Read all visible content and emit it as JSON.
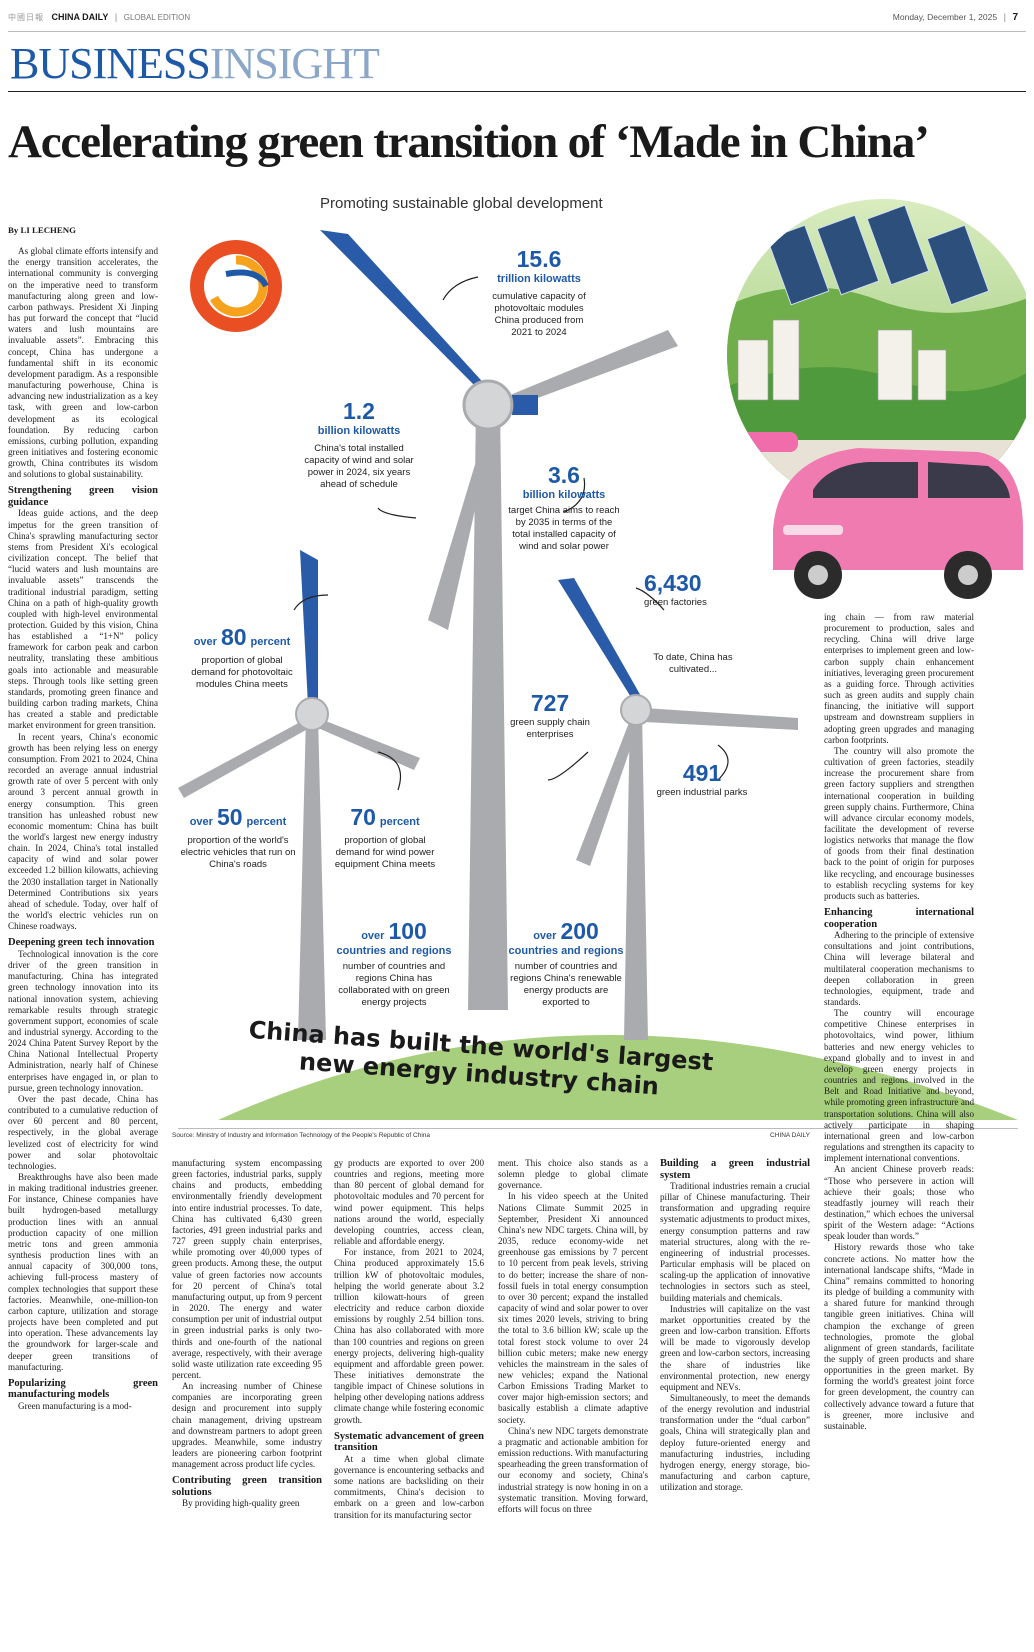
{
  "header": {
    "logo_chars": "中國日報",
    "brand": "CHINA DAILY",
    "edition": "GLOBAL EDITION",
    "date": "Monday, December 1, 2025",
    "page_no": "7"
  },
  "section": {
    "part1": "BUSINESS",
    "part2": "INSIGHT"
  },
  "headline": "Accelerating green transition of ‘Made in China’",
  "infographic": {
    "subtitle": "Promoting sustainable global development",
    "stats": [
      {
        "num": "15.6",
        "unit": "trillion kilowatts",
        "desc": "cumulative capacity of photovoltaic modules China produced from 2021 to 2024"
      },
      {
        "num": "1.2",
        "unit": "billion kilowatts",
        "desc": "China's total installed capacity of wind and solar power in 2024, six years ahead of schedule"
      },
      {
        "num": "3.6",
        "unit": "billion kilowatts",
        "desc": "target China aims to reach by 2035 in terms of the total installed capacity of wind and solar power"
      },
      {
        "pre": "over",
        "num": "80",
        "unit": "percent",
        "desc": "proportion of global demand for photovoltaic modules China meets"
      },
      {
        "pre": "over",
        "num": "50",
        "unit": "percent",
        "desc": "proportion of the world's electric vehicles that run on China's roads"
      },
      {
        "num": "70",
        "unit": "percent",
        "desc": "proportion of global demand for wind power equipment China meets"
      },
      {
        "pre": "over",
        "num": "100",
        "unit": "countries and regions",
        "desc": "number of countries and regions China has collaborated with on green energy projects"
      },
      {
        "pre": "over",
        "num": "200",
        "unit": "countries and regions",
        "desc": "number of countries and regions China's renewable energy products are exported to"
      }
    ],
    "cultivated_label": "To date, China has cultivated...",
    "cultivated": [
      {
        "num": "6,430",
        "unit": "green factories"
      },
      {
        "num": "727",
        "unit": "green supply chain enterprises"
      },
      {
        "num": "491",
        "unit": "green industrial parks"
      }
    ],
    "banner_line1": "China has built the world's largest",
    "banner_line2": "new energy industry chain",
    "source": "Source: Ministry of Industry and Information Technology of the People's Republic of China",
    "credit": "CHINA DAILY"
  },
  "article": {
    "byline": "By LI LECHENG",
    "col_left_top": [
      {
        "t": "p",
        "x": "As global climate efforts intensify and the energy transition accelerates, the international community is converging on the imperative need to transform manufacturing along green and low-carbon pathways. President Xi Jinping has put forward the concept that “lucid waters and lush mountains are invaluable assets”. Embracing this concept, China has undergone a fundamental shift in its economic development paradigm. As a responsible manufacturing powerhouse, China is advancing new industrialization as a key task, with green and low-carbon development as its ecological foundation. By reducing carbon emissions, curbing pollution, expanding green initiatives and fostering economic growth, China contributes its wisdom and solutions to global sustainability."
      },
      {
        "t": "h",
        "x": "Strengthening green vision guidance"
      },
      {
        "t": "p",
        "x": "Ideas guide actions, and the deep impetus for the green transition of China's sprawling manufacturing sector stems from President Xi's ecological civilization concept. The belief that “lucid waters and lush mountains are invaluable assets” transcends the traditional industrial paradigm, setting China on a path of high-quality growth coupled with high-level environmental protection. Guided by this vision, China has established a “1+N” policy framework for carbon peak and carbon neutrality, translating these ambitious goals into actionable and measurable steps. Through tools like setting green standards, promoting green finance and building carbon trading markets, China has created a stable and predictable market environment for green transition."
      },
      {
        "t": "p",
        "x": "In recent years, China's economic growth has been relying less on energy consumption. From 2021 to 2024, China recorded an average annual industrial growth rate of over 5 percent with only around 3 percent annual growth in energy consumption. This green transition has unleashed robust new economic momentum: China has built the world's largest new energy industry chain. In 2024, China's total installed capacity of wind and solar power exceeded 1.2 billion kilowatts, achieving the 2030 installation target in Nationally Determined Contributions six years ahead of schedule. Today, over half of the world's electric vehicles run on Chinese roadways."
      },
      {
        "t": "h",
        "x": "Deepening green tech innovation"
      },
      {
        "t": "p",
        "x": "Technological innovation is the core driver of the green transition in manufacturing. China has integrated green technology innovation into its national innovation system, achieving remarkable results through strategic government support, economies of scale and industrial synergy. According to the 2024 China Patent Survey Report by the China National Intellectual Property Administration, nearly half of Chinese enterprises have engaged in, or plan to pursue, green technology innovation."
      },
      {
        "t": "p",
        "x": "Over the past decade, China has contributed to a cumulative reduction of over 60 percent and 80 percent, respectively, in the global average levelized cost of electricity for wind power and solar photovoltaic technologies."
      },
      {
        "t": "p",
        "x": "Breakthroughs have also been made in making traditional industries greener. For instance, Chinese companies have built hydrogen-based metallurgy production lines with an annual production capacity of one million metric tons and green ammonia synthesis production lines with an annual capacity of 300,000 tons, achieving full-process mastery of complex technologies that support these factories. Meanwhile, one-million-ton carbon capture, utilization and storage projects have been completed and put into operation. These advancements lay the groundwork for larger-scale and deeper green transitions of manufacturing."
      },
      {
        "t": "h",
        "x": "Popularizing green manufacturing models"
      },
      {
        "t": "p",
        "x": "Green manufacturing is a mod-"
      }
    ],
    "col2": [
      {
        "t": "p0",
        "x": "manufacturing system encompassing green factories, industrial parks, supply chains and products, embedding environmentally friendly development into entire industrial processes. To date, China has cultivated 6,430 green factories, 491 green industrial parks and 727 green supply chain enterprises, while promoting over 40,000 types of green products. Among these, the output value of green factories now accounts for 20 percent of China's total manufacturing output, up from 9 percent in 2020. The energy and water consumption per unit of industrial output in green industrial parks is only two-thirds and one-fourth of the national average, respectively, with their average solid waste utilization rate exceeding 95 percent."
      },
      {
        "t": "p",
        "x": "An increasing number of Chinese companies are incorporating green design and procurement into supply chain management, driving upstream and downstream partners to adopt green upgrades. Meanwhile, some industry leaders are pioneering carbon footprint management across product life cycles."
      },
      {
        "t": "h",
        "x": "Contributing green transition solutions"
      },
      {
        "t": "p",
        "x": "By providing high-quality green"
      }
    ],
    "col3": [
      {
        "t": "p0",
        "x": "gy products are exported to over 200 countries and regions, meeting more than 80 percent of global demand for photovoltaic modules and 70 percent for wind power equipment. This helps nations around the world, especially developing countries, access clean, reliable and affordable energy."
      },
      {
        "t": "p",
        "x": "For instance, from 2021 to 2024, China produced approximately 15.6 trillion kW of photovoltaic modules, helping the world generate about 3.2 trillion kilowatt-hours of green electricity and reduce carbon dioxide emissions by roughly 2.54 billion tons. China has also collaborated with more than 100 countries and regions on green energy projects, delivering high-quality equipment and affordable green power. These initiatives demonstrate the tangible impact of Chinese solutions in helping other developing nations address climate change while fostering economic growth."
      },
      {
        "t": "h",
        "x": "Systematic advancement of green transition"
      },
      {
        "t": "p",
        "x": "At a time when global climate governance is encountering setbacks and some nations are backsliding on their commitments, China's decision to embark on a green and low-carbon transition for its manufacturing sector"
      }
    ],
    "col4": [
      {
        "t": "p0",
        "x": "ment. This choice also stands as a solemn pledge to global climate governance."
      },
      {
        "t": "p",
        "x": "In his video speech at the United Nations Climate Summit 2025 in September, President Xi announced China's new NDC targets. China will, by 2035, reduce economy-wide net greenhouse gas emissions by 7 percent to 10 percent from peak levels, striving to do better; increase the share of non-fossil fuels in total energy consumption to over 30 percent; expand the installed capacity of wind and solar power to over six times 2020 levels, striving to bring the total to 3.6 billion kW; scale up the total forest stock volume to over 24 billion cubic meters; make new energy vehicles the mainstream in the sales of new vehicles; expand the National Carbon Emissions Trading Market to cover major high-emission sectors; and basically establish a climate adaptive society."
      },
      {
        "t": "p",
        "x": "China's new NDC targets demonstrate a pragmatic and actionable ambition for emission reductions. With manufacturing spearheading the green transformation of our economy and society, China's industrial strategy is now honing in on a systematic transition. Moving forward, efforts will focus on three"
      }
    ],
    "col5": [
      {
        "t": "h0",
        "x": "Building a green industrial system"
      },
      {
        "t": "p",
        "x": "Traditional industries remain a crucial pillar of Chinese manufacturing. Their transformation and upgrading require systematic adjustments to product mixes, energy consumption patterns and raw material structures, along with the re-engineering of industrial processes. Particular emphasis will be placed on scaling-up the application of innovative technologies in sectors such as steel, building materials and chemicals."
      },
      {
        "t": "p",
        "x": "Industries will capitalize on the vast market opportunities created by the green and low-carbon transition. Efforts will be made to vigorously develop green and low-carbon sectors, increasing the share of industries like environmental protection, new energy equipment and NEVs."
      },
      {
        "t": "p",
        "x": "Simultaneously, to meet the demands of the energy revolution and industrial transformation under the “dual carbon” goals, China will strategically plan and deploy future-oriented energy and manufacturing industries, including hydrogen energy, energy storage, bio-manufacturing and carbon capture, utilization and storage."
      }
    ],
    "col6": [
      {
        "t": "p0",
        "x": "ing chain — from raw material procurement to production, sales and recycling. China will drive large enterprises to implement green and low-carbon supply chain enhancement initiatives, leveraging green procurement as a guiding force. Through activities such as green audits and supply chain financing, the initiative will support upstream and downstream suppliers in adopting green upgrades and managing carbon footprints."
      },
      {
        "t": "p",
        "x": "The country will also promote the cultivation of green factories, steadily increase the procurement share from green factory suppliers and strengthen international cooperation in building green supply chains. Furthermore, China will advance circular economy models, facilitate the development of reverse logistics networks that manage the flow of goods from their final destination back to the point of origin for purposes like recycling, and encourage businesses to establish recycling systems for key products such as batteries."
      },
      {
        "t": "h",
        "x": "Enhancing international cooperation"
      },
      {
        "t": "p",
        "x": "Adhering to the principle of extensive consultations and joint contributions, China will leverage bilateral and multilateral cooperation mechanisms to deepen collaboration in green technologies, equipment, trade and standards."
      },
      {
        "t": "p",
        "x": "The country will encourage competitive Chinese enterprises in photovoltaics, wind power, lithium batteries and new energy vehicles to expand globally and to invest in and develop green energy projects in countries and regions involved in the Belt and Road Initiative and beyond, while promoting green infrastructure and transportation solutions. China will also actively participate in shaping international green and low-carbon regulations and strengthen its capacity to implement international conventions."
      },
      {
        "t": "p",
        "x": "An ancient Chinese proverb reads: “Those who persevere in action will achieve their goals; those who steadfastly journey will reach their destination,” which echoes the universal spirit of the Western adage: “Actions speak louder than words.”"
      },
      {
        "t": "p",
        "x": "History rewards those who take concrete actions. No matter how the international landscape shifts, “Made in China” remains committed to honoring its pledge of building a community with a shared future for mankind through tangible green initiatives. China will champion the exchange of green technologies, promote the global alignment of green standards, facilitate the supply of green products and share opportunities in the green market. By forming the world's greatest joint force for green development, the country can collectively advance toward a future that is greener, more inclusive and sustainable."
      }
    ]
  },
  "colors": {
    "brand_blue": "#1e59a8",
    "insight_blue": "#8aa6c8",
    "turbine_grey": "#a9abae",
    "banner_green": "#a7cf7d"
  }
}
